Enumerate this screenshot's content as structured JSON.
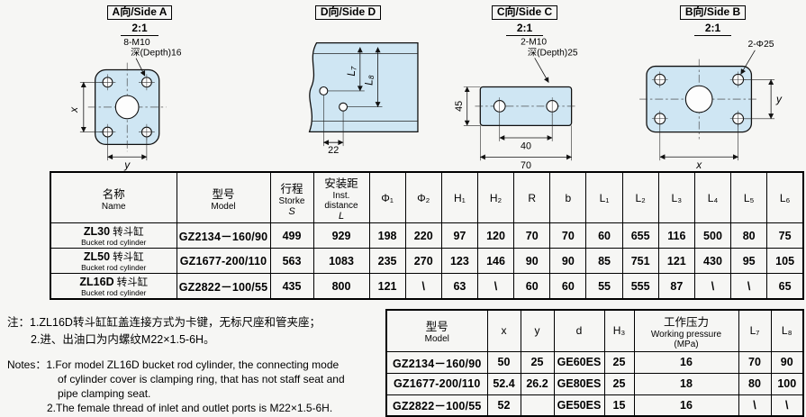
{
  "colors": {
    "drawing_fill": "#cfe6f3",
    "line": "#111111"
  },
  "drawings": {
    "side_a": {
      "title": "A向/Side A",
      "scale": "2:1",
      "note1": "8-M10",
      "note2": "深(Depth)16",
      "dim_vertical": "x",
      "dim_bottom": "y"
    },
    "side_d": {
      "title": "D向/Side D",
      "dim_l7": "L₇",
      "dim_l8": "L₈",
      "dim_spacing": "22"
    },
    "side_c": {
      "title": "C向/Side C",
      "scale": "2:1",
      "note1": "2-M10",
      "note2": "深(Depth)25",
      "dim_height": "45",
      "dim_holes": "40",
      "dim_width": "70"
    },
    "side_b": {
      "title": "B向/Side B",
      "scale": "2:1",
      "note": "2-Φ25",
      "dim_vertical": "y",
      "dim_bottom": "x"
    }
  },
  "main_table": {
    "col_name": {
      "cn": "名称",
      "en": "Name"
    },
    "col_model": {
      "cn": "型号",
      "en": "Model"
    },
    "col_stroke": {
      "cn": "行程",
      "en": "Storke",
      "sym": "S"
    },
    "col_inst": {
      "cn": "安装距",
      "en": "Inst. distance",
      "sym": "L"
    },
    "dim_cols": [
      "Φ₁",
      "Φ₂",
      "H₁",
      "H₂",
      "R",
      "b",
      "L₁",
      "L₂",
      "L₃",
      "L₄",
      "L₅",
      "L₆"
    ],
    "rows": [
      {
        "code": "ZL30",
        "name_cn": "转斗缸",
        "name_en": "Bucket rod cylinder",
        "model": "GZ2134－160/90",
        "values": [
          "499",
          "929",
          "198",
          "220",
          "97",
          "120",
          "70",
          "70",
          "60",
          "655",
          "116",
          "500",
          "80",
          "75"
        ]
      },
      {
        "code": "ZL50",
        "name_cn": "转斗缸",
        "name_en": "Bucket rod cylinder",
        "model": "GZ1677-200/110",
        "values": [
          "563",
          "1083",
          "235",
          "270",
          "123",
          "146",
          "90",
          "90",
          "85",
          "751",
          "121",
          "430",
          "95",
          "105"
        ]
      },
      {
        "code": "ZL16D",
        "name_cn": "转斗缸",
        "name_en": "Bucket rod cylinder",
        "model": "GZ2822－100/55",
        "values": [
          "435",
          "800",
          "121",
          "\\",
          "63",
          "\\",
          "60",
          "60",
          "55",
          "555",
          "87",
          "\\",
          "\\",
          "65"
        ]
      }
    ]
  },
  "notes": {
    "cn_line1": "注：1.ZL16D转斗缸缸盖连接方式为卡键，无标尺座和管夹座；",
    "cn_line2": "2.进、出油口为内螺纹M22×1.5-6H。",
    "en_line1": "Notes：1.For model ZL16D bucket rod cylinder, the connecting mode",
    "en_line2": "of cylinder cover is clamping ring, that has not staff seat and",
    "en_line3": "pipe clamping seat.",
    "en_line4": "2.The female thread of inlet and outlet ports is M22×1.5-6H."
  },
  "sub_table": {
    "col_model": {
      "cn": "型号",
      "en": "Model"
    },
    "col_x": "x",
    "col_y": "y",
    "col_d": "d",
    "col_h3": "H₃",
    "col_pressure": {
      "cn": "工作压力",
      "en": "Working pressure",
      "unit": "(MPa)"
    },
    "col_l7": "L₇",
    "col_l8": "L₈",
    "rows": [
      {
        "model": "GZ2134－160/90",
        "values": [
          "50",
          "25",
          "GE60ES",
          "25",
          "16",
          "70",
          "90"
        ]
      },
      {
        "model": "GZ1677-200/110",
        "values": [
          "52.4",
          "26.2",
          "GE80ES",
          "25",
          "18",
          "80",
          "100"
        ]
      },
      {
        "model": "GZ2822－100/55",
        "values": [
          "52",
          "",
          "GE50ES",
          "15",
          "16",
          "\\",
          "\\"
        ]
      }
    ]
  }
}
